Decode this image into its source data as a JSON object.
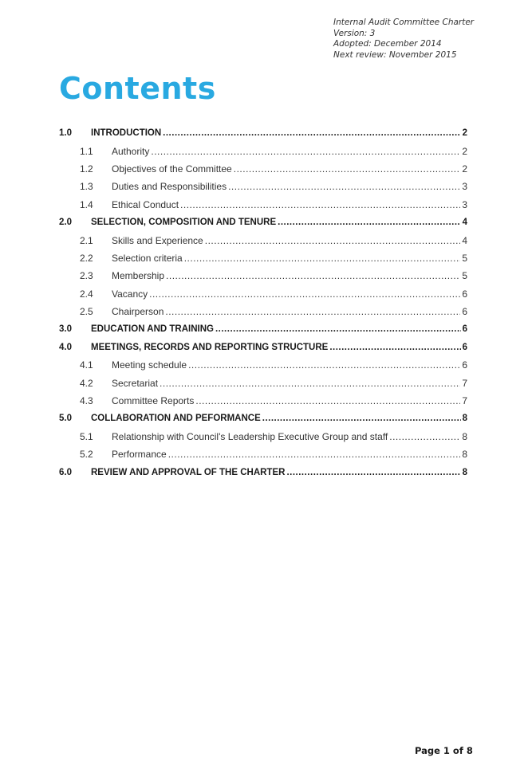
{
  "header": {
    "doc_name": "Internal Audit Committee Charter",
    "version": "Version: 3",
    "adopted": "Adopted: December 2014",
    "next_review": "Next review: November 2015"
  },
  "title": "Contents",
  "toc": [
    {
      "num": "1.0",
      "label": "INTRODUCTION",
      "page": "2",
      "level": 1
    },
    {
      "num": "1.1",
      "label": "Authority",
      "page": "2",
      "level": 2
    },
    {
      "num": "1.2",
      "label": "Objectives of the Committee",
      "page": "2",
      "level": 2
    },
    {
      "num": "1.3",
      "label": "Duties and Responsibilities",
      "page": "3",
      "level": 2
    },
    {
      "num": "1.4",
      "label": "Ethical Conduct",
      "page": "3",
      "level": 2
    },
    {
      "num": "2.0",
      "label": "SELECTION, COMPOSITION AND TENURE",
      "page": "4",
      "level": 1
    },
    {
      "num": "2.1",
      "label": "Skills and Experience",
      "page": "4",
      "level": 2
    },
    {
      "num": "2.2",
      "label": "Selection criteria",
      "page": "5",
      "level": 2
    },
    {
      "num": "2.3",
      "label": "Membership",
      "page": "5",
      "level": 2
    },
    {
      "num": "2.4",
      "label": "Vacancy",
      "page": "6",
      "level": 2
    },
    {
      "num": "2.5",
      "label": "Chairperson",
      "page": "6",
      "level": 2
    },
    {
      "num": "3.0",
      "label": "EDUCATION AND TRAINING",
      "page": "6",
      "level": 1
    },
    {
      "num": "4.0",
      "label": "MEETINGS, RECORDS AND REPORTING STRUCTURE",
      "page": "6",
      "level": 1
    },
    {
      "num": "4.1",
      "label": "Meeting schedule",
      "page": "6",
      "level": 2
    },
    {
      "num": "4.2",
      "label": "Secretariat",
      "page": "7",
      "level": 2
    },
    {
      "num": "4.3",
      "label": "Committee Reports",
      "page": "7",
      "level": 2
    },
    {
      "num": "5.0",
      "label": "COLLABORATION AND PEFORMANCE",
      "page": "8",
      "level": 1
    },
    {
      "num": "5.1",
      "label": "Relationship with Council's Leadership Executive Group and staff",
      "page": "8",
      "level": 2
    },
    {
      "num": "5.2",
      "label": "Performance",
      "page": "8",
      "level": 2
    },
    {
      "num": "6.0",
      "label": "REVIEW AND APPROVAL OF THE CHARTER",
      "page": "8",
      "level": 1
    }
  ],
  "footer": {
    "page_label": "Page 1 of 8"
  }
}
